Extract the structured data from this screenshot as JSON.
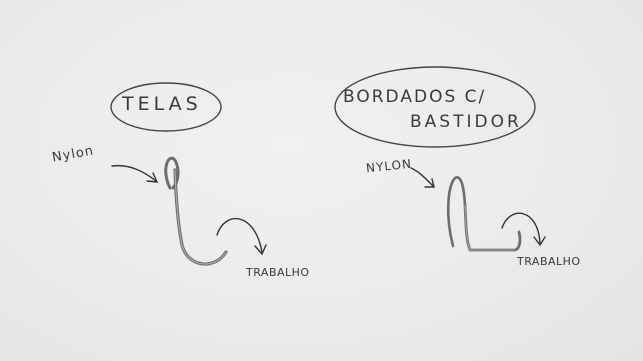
{
  "labels": {
    "telas": "TELAS",
    "bordados_line1": "BORDADOS C/",
    "bordados_line2": "BASTIDOR",
    "nylon_left": "Nylon",
    "nylon_right": "NYLON",
    "trabalho_left": "TRABALHO",
    "trabalho_right": "TRABALHO"
  },
  "colors": {
    "paper": "#ebebea",
    "ink": "#3a3a3a",
    "metal": "#7a7a78"
  }
}
